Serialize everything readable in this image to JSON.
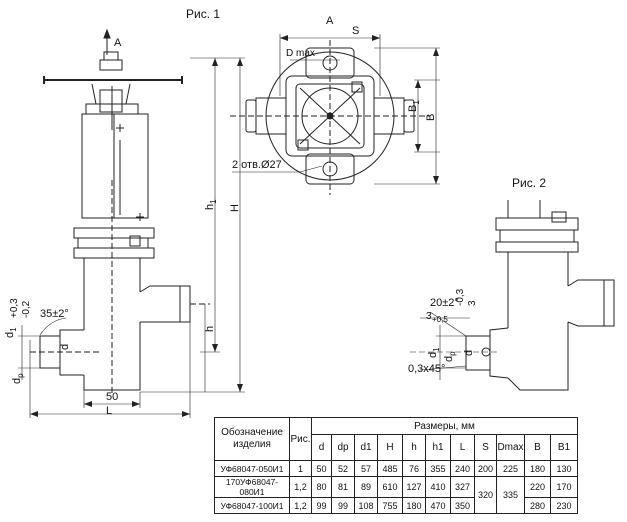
{
  "figures": {
    "fig1": "Рис. 1",
    "fig2": "Рис. 2"
  },
  "labels": {
    "view_a": "A",
    "view_a_top": "A",
    "dim_S": "S",
    "dim_dmax": "D max",
    "dim_B1": "B",
    "dim_B1_sub": "1",
    "dim_B": "B",
    "holes": "2 отв.Ø27",
    "dim_h1": "h",
    "dim_h1_sub": "1",
    "dim_H": "H",
    "dim_h": "h",
    "dim_L": "L",
    "dim_50": "50",
    "dim_d1": "d",
    "dim_d1_sub": "1",
    "dim_dp": "d",
    "dim_dp_sub": "р",
    "dim_d": "d",
    "tol_fig1_a": "+0,3",
    "tol_fig1_b": "-0,2",
    "angle_fig1": "35±2°",
    "angle_fig2": "20±2°",
    "tol_fig2_a": "-0,3",
    "tol_fig2_b": "3",
    "tol_fig2_c": "3",
    "tol_fig2_d": "+0,5",
    "chamfer": "0,3x45°"
  },
  "table": {
    "col_name": "Обозначение изделия",
    "col_fig": "Рис.",
    "group_title": "Размеры, мм",
    "columns": [
      "d",
      "dр",
      "d1",
      "H",
      "h",
      "h1",
      "L",
      "S",
      "Dmax",
      "B",
      "B1"
    ],
    "rows": [
      {
        "name": "УФ68047-050И1",
        "fig": "1",
        "d": "50",
        "dp": "52",
        "d1": "57",
        "H": "485",
        "h": "76",
        "h1": "355",
        "L": "240",
        "S": "200",
        "Dmax": "225",
        "B": "180",
        "B1": "130"
      },
      {
        "name": "170УФ68047-080И1",
        "fig": "1,2",
        "d": "80",
        "dp": "81",
        "d1": "89",
        "H": "610",
        "h": "127",
        "h1": "410",
        "L": "327",
        "S": "320",
        "Dmax": "335",
        "B": "220",
        "B1": "170"
      },
      {
        "name": "УФ68047-100И1",
        "fig": "1,2",
        "d": "99",
        "dp": "99",
        "d1": "108",
        "H": "755",
        "h": "180",
        "h1": "470",
        "L": "350",
        "S": "",
        "Dmax": "",
        "B": "280",
        "B1": "230"
      }
    ]
  }
}
